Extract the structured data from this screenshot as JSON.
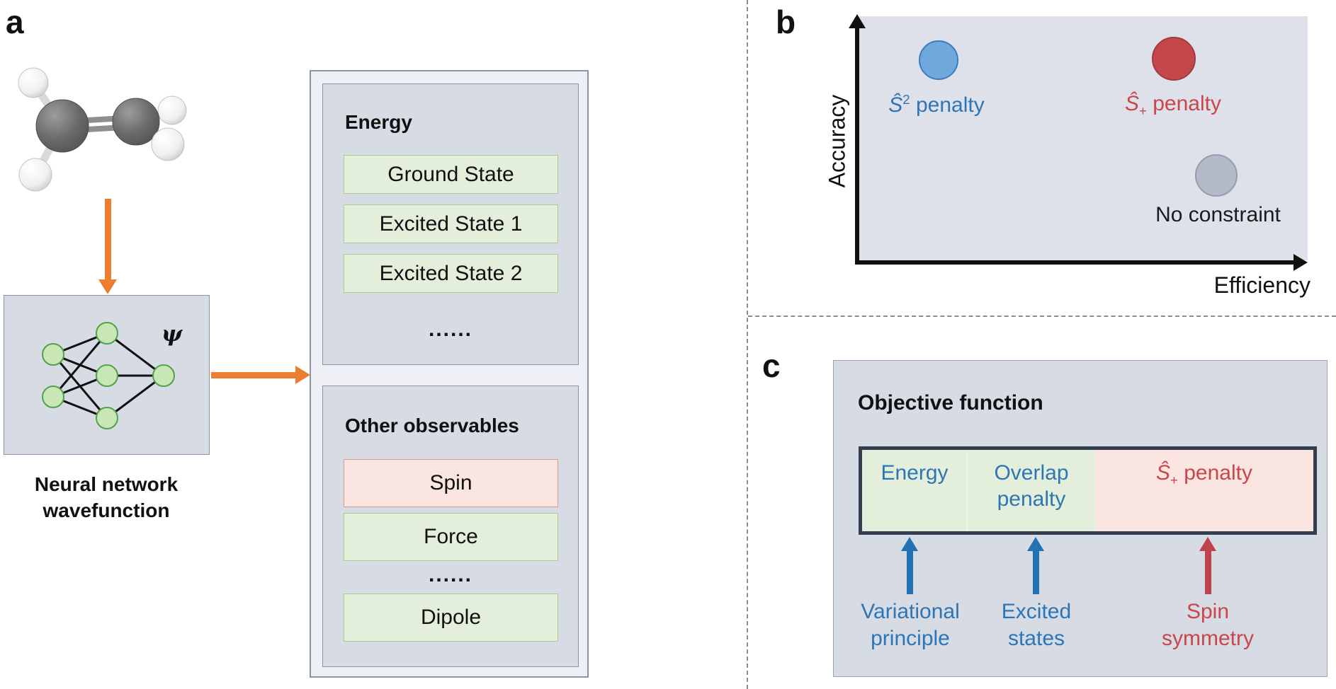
{
  "colors": {
    "accent_orange": "#ED7D31",
    "box_gray": "#D7DBE4",
    "outer_light": "#EEF0F5",
    "green_fill": "#E3EFDA",
    "green_border": "#A5CD8D",
    "pink_fill": "#FBE5E0",
    "blue_text": "#2E75B6",
    "red_text": "#C9464A",
    "blue_circle": "#6FA8DC",
    "red_circle": "#C4484A",
    "gray_circle": "#B4BAC8",
    "navy_border": "#333F50",
    "node_green": "#C8E6B6"
  },
  "panel_a": {
    "label": "a",
    "psi": "ψ",
    "caption": {
      "line1": "Neural network",
      "line2": "wavefunction"
    },
    "energy": {
      "title": "Energy",
      "rows": [
        "Ground State",
        "Excited State 1",
        "Excited State 2"
      ],
      "ellipsis": "......"
    },
    "observables": {
      "title": "Other observables",
      "spin": "Spin",
      "force": "Force",
      "ellipsis": "......",
      "dipole": "Dipole"
    }
  },
  "panel_b": {
    "label": "b",
    "y_axis": "Accuracy",
    "x_axis": "Efficiency",
    "points": {
      "s2": {
        "head": "Ŝ",
        "sup": "2",
        "tail": " penalty"
      },
      "splus": {
        "head": "Ŝ",
        "sub": "+",
        "tail": " penalty"
      },
      "none": {
        "label": "No constraint"
      }
    }
  },
  "panel_c": {
    "label": "c",
    "title": "Objective function",
    "cells": {
      "energy": "Energy",
      "overlap_line1": "Overlap",
      "overlap_line2": "penalty",
      "splus": {
        "head": "Ŝ",
        "sub": "+",
        "tail": " penalty"
      }
    },
    "annotations": {
      "variational": {
        "line1": "Variational",
        "line2": "principle"
      },
      "excited": {
        "line1": "Excited",
        "line2": "states"
      },
      "spin": {
        "line1": "Spin",
        "line2": "symmetry"
      }
    }
  }
}
